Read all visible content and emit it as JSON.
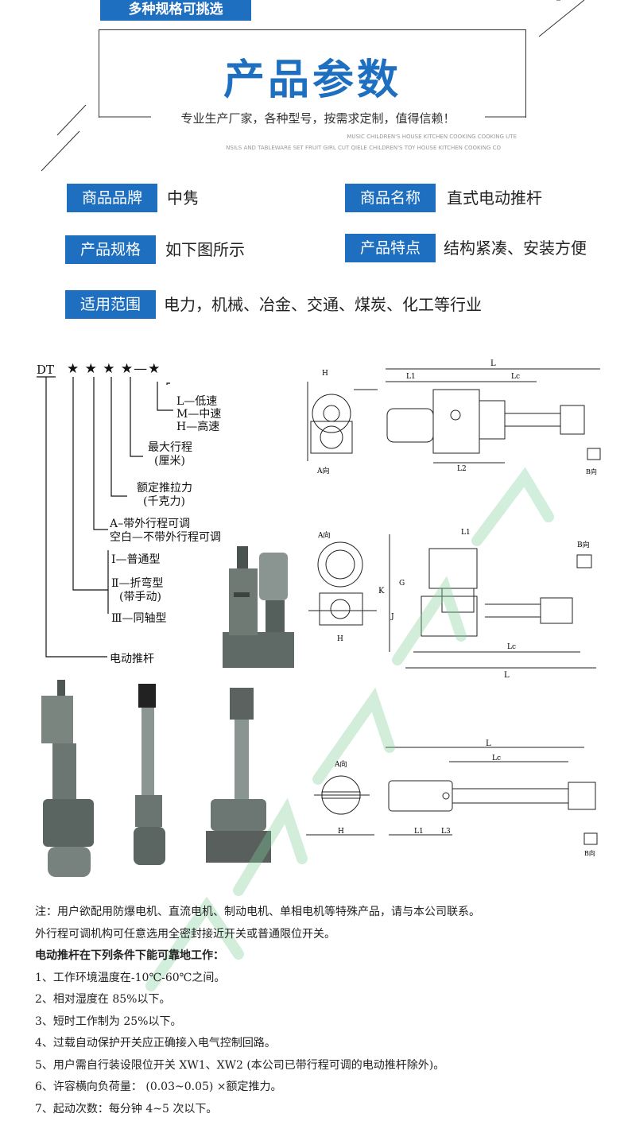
{
  "header": {
    "tag": "多种规格可挑选",
    "title": "产品参数",
    "subtitle": "专业生产厂家，各种型号，按需求定制，值得信赖！",
    "english_line1": "MUSIC CHILDREN'S HOUSE KITCHEN COOKING COOKING UTE",
    "english_line2": "NSILS AND TABLEWARE SET FRUIT GIRL CUT QIELE CHILDREN'S TOY HOUSE KITCHEN COOKING CO"
  },
  "params": {
    "brand_label": "商品品牌",
    "brand_value": "中隽",
    "name_label": "商品名称",
    "name_value": "直式电动推杆",
    "spec_label": "产品规格",
    "spec_value": "如下图所示",
    "feature_label": "产品特点",
    "feature_value": "结构紧凑、安装方便",
    "scope_label": "适用范围",
    "scope_value": "电力，机械、冶金、交通、煤炭、化工等行业"
  },
  "model_code": {
    "prefix": "DT",
    "stars": "★ ★ ★ ★—★",
    "speed_l": "L—低速",
    "speed_m": "M—中速",
    "speed_h": "H—高速",
    "stroke": "最大行程",
    "stroke_unit": "(厘米)",
    "thrust": "额定推拉力",
    "thrust_unit": "(千克力)",
    "adj_a": "A–带外行程可调",
    "adj_blank": "空白—不带外行程可调",
    "type1": "Ⅰ—普通型",
    "type2": "Ⅱ—折弯型",
    "type2_note": "(带手动)",
    "type3": "Ⅲ—同轴型",
    "base": "电动推杆"
  },
  "drawing_labels": {
    "a_view": "A向",
    "b_view": "B向",
    "L": "L",
    "Lc": "Lc",
    "L1": "L1",
    "L2": "L2",
    "L3": "L3",
    "H": "H",
    "K": "K",
    "G": "G",
    "J": "J"
  },
  "notes": {
    "line1": "注：用户欲配用防爆电机、直流电机、制动电机、单相电机等特殊产品，请与本公司联系。",
    "line2": "外行程可调机构可任意选用全密封接近开关或普通限位开关。",
    "line3": "电动推杆在下列条件下能可靠地工作：",
    "line4": "1、工作环境温度在-10℃-60℃之间。",
    "line5": "2、相对湿度在 85%以下。",
    "line6": "3、短时工作制为 25%以下。",
    "line7": "4、过载自动保护开关应正确接入电气控制回路。",
    "line8": "5、用户需自行装设限位开关 XW1、XW2 (本公司已带行程可调的电动推杆除外)。",
    "line9": "6、许容横向负荷量：  (0.03~0.05) ×额定推力。",
    "line10": "7、起动次数：每分钟 4~5 次以下。"
  },
  "colors": {
    "accent": "#1f6fc1",
    "watermark": "#7fcf9a"
  }
}
